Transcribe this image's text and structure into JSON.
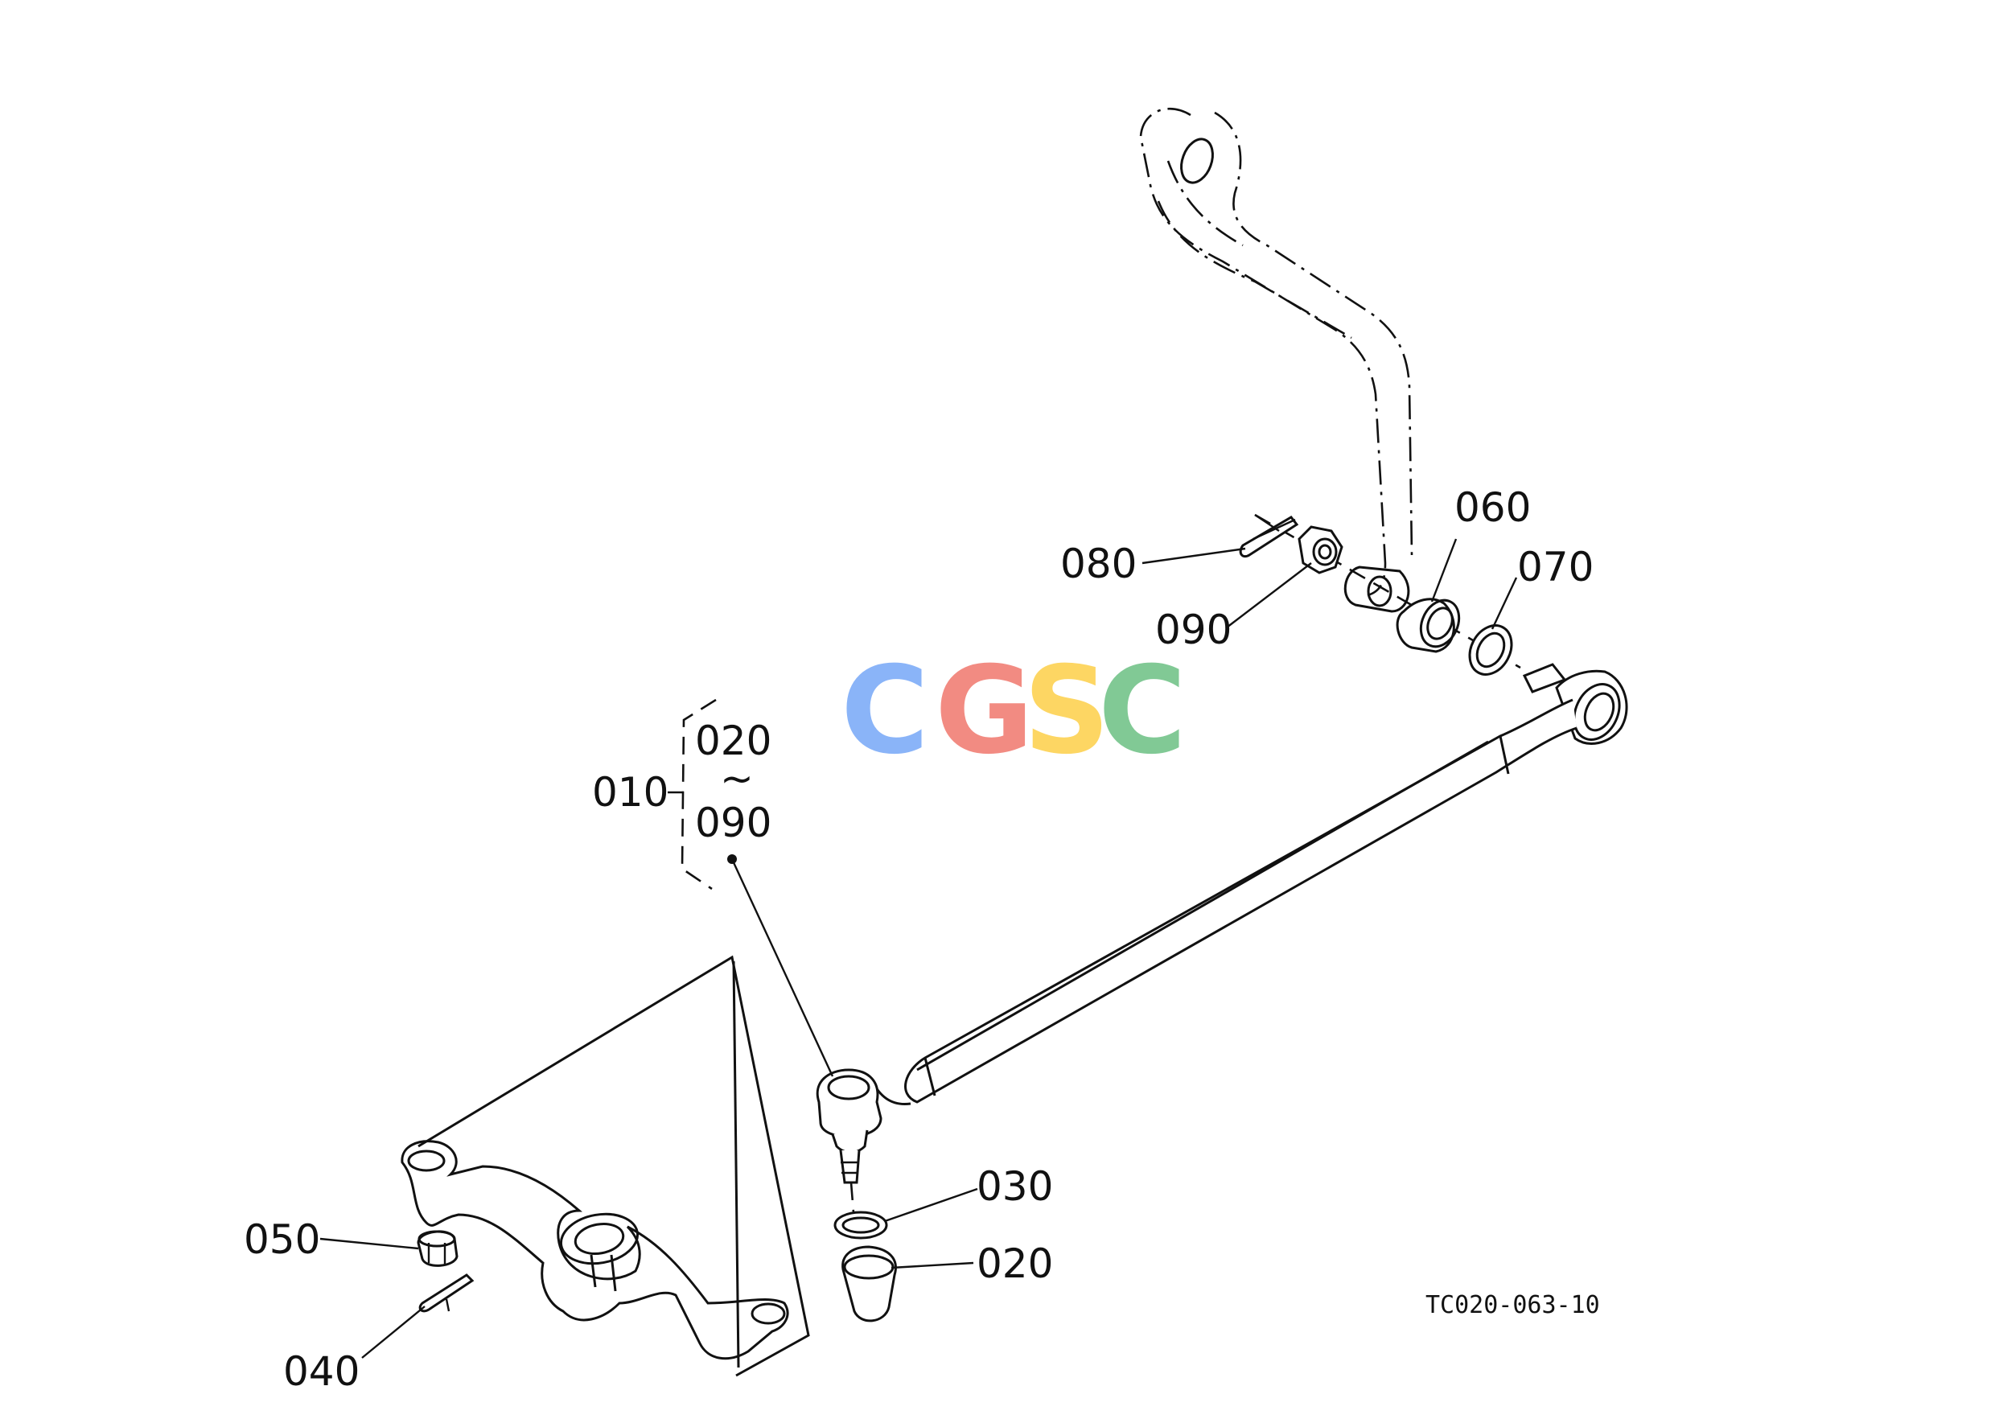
{
  "diagram": {
    "part_labels": {
      "p010": "010",
      "p020_range_start": "020",
      "range_tilde": "~",
      "p090_range_end": "090",
      "p020": "020",
      "p030": "030",
      "p040": "040",
      "p050": "050",
      "p060": "060",
      "p070": "070",
      "p080": "080",
      "p090": "090"
    },
    "figure_code": "TC020-063-10",
    "watermark": {
      "letters": [
        "C",
        "G",
        "S",
        "C"
      ],
      "colors": [
        "#8ab4f8",
        "#f28b82",
        "#fdd663",
        "#81c995"
      ]
    },
    "colors": {
      "line": "#111111",
      "background": "#ffffff"
    }
  }
}
